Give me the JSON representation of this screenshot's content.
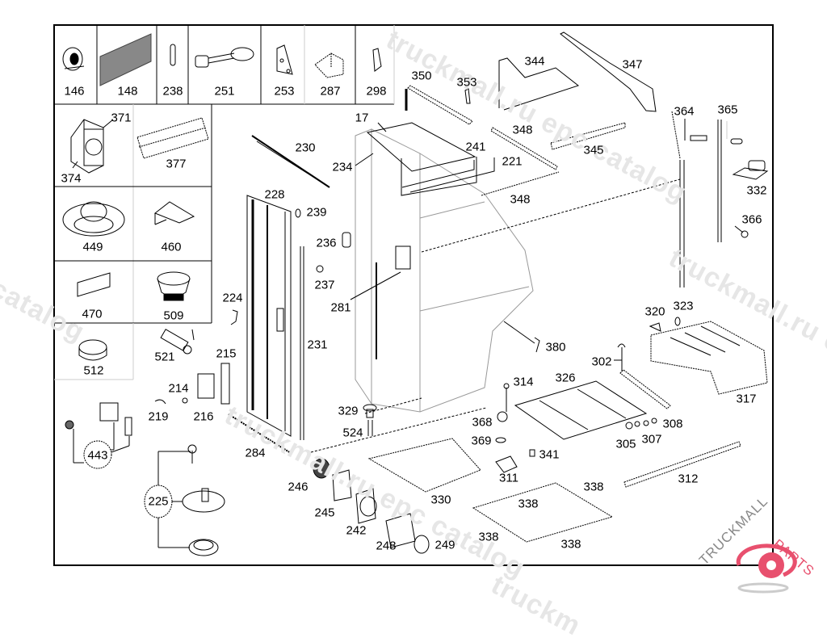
{
  "diagram": {
    "type": "exploded parts diagram",
    "callout_labels": {
      "17": "17",
      "146": "146",
      "148": "148",
      "238": "238",
      "251": "251",
      "253": "253",
      "287": "287",
      "298": "298",
      "371": "371",
      "374": "374",
      "377": "377",
      "449": "449",
      "460": "460",
      "470": "470",
      "509": "509",
      "512": "512",
      "521": "521",
      "215": "215",
      "214": "214",
      "219": "219",
      "216": "216",
      "224": "224",
      "228": "228",
      "230": "230",
      "234": "234",
      "239": "239",
      "236": "236",
      "237": "237",
      "281": "281",
      "231": "231",
      "284": "284",
      "443": "443",
      "225": "225",
      "246": "246",
      "245": "245",
      "242": "242",
      "248": "248",
      "249": "249",
      "329": "329",
      "524": "524",
      "330": "330",
      "350": "350",
      "353": "353",
      "344": "344",
      "347": "347",
      "348a": "348",
      "348b": "348",
      "345": "345",
      "241": "241",
      "221": "221",
      "364": "364",
      "365": "365",
      "332": "332",
      "366": "366",
      "320": "320",
      "323": "323",
      "317": "317",
      "380": "380",
      "302": "302",
      "314": "314",
      "326": "326",
      "368": "368",
      "369": "369",
      "341": "341",
      "311": "311",
      "305": "305",
      "307": "307",
      "308": "308",
      "312": "312",
      "338a": "338",
      "338b": "338",
      "338c": "338",
      "338d": "338"
    }
  },
  "watermarks": [
    "truckmall.ru epc catalog",
    "truckmall.ru epc catalog",
    "catalog",
    "truckmall.ru e",
    "truckm"
  ],
  "logo": {
    "text_left": "TRUCKMALL",
    "text_right": "PARTS",
    "accent_color": "#e8506e"
  }
}
